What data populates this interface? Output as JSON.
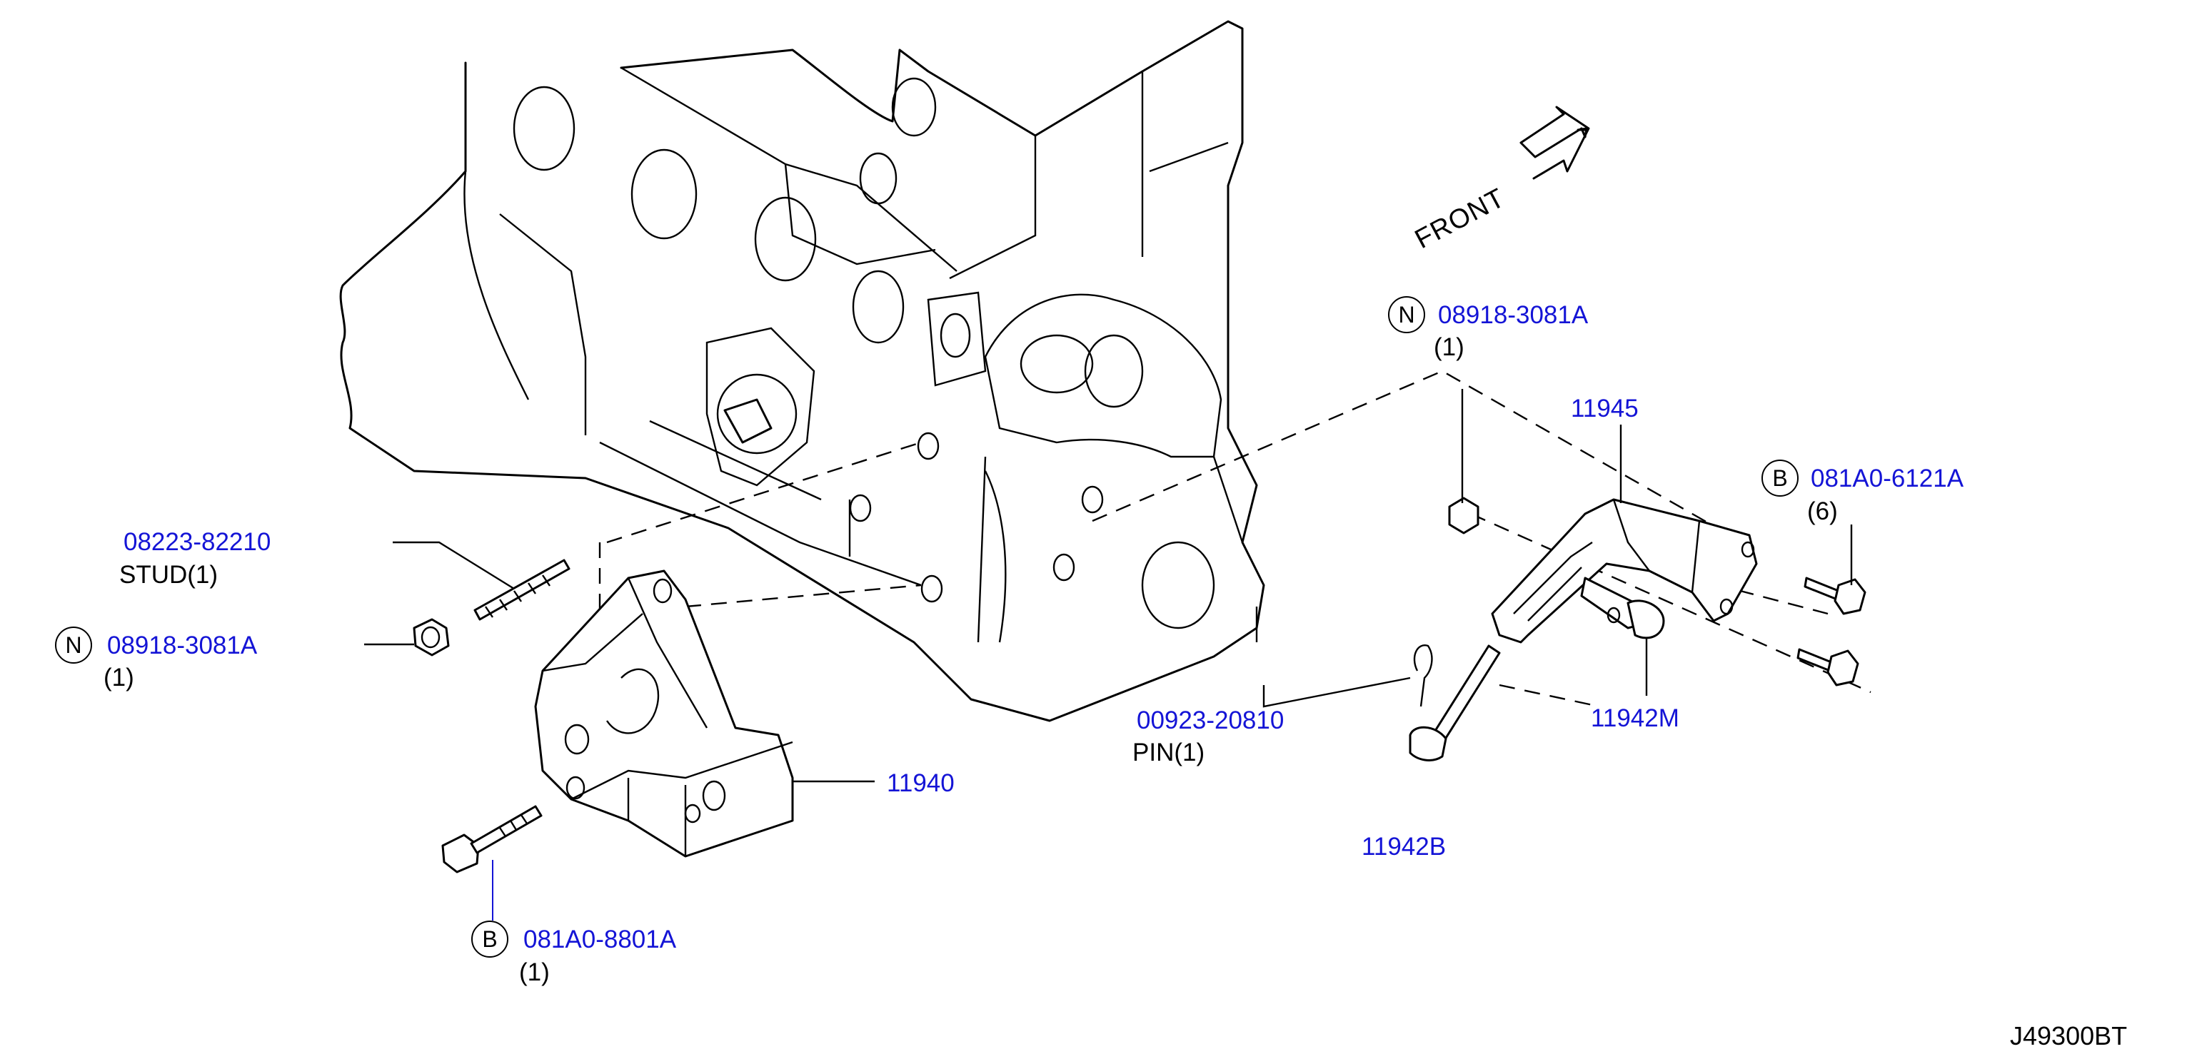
{
  "labels": {
    "stud_pn": "08223-82210",
    "stud_qty": "STUD(1)",
    "nut_left_pn": "08918-3081A",
    "nut_left_qty": "(1)",
    "bracket_left_pn": "11940",
    "bolt_bottom_pn": "081A0-8801A",
    "bolt_bottom_qty": "(1)",
    "pin_pn": "00923-20810",
    "pin_qty": "PIN(1)",
    "bolt_long_pn": "11942B",
    "nut_right_pn": "08918-3081A",
    "nut_right_qty": "(1)",
    "bracket_right_pn": "11945",
    "bolt_right_pn": "081A0-6121A",
    "bolt_right_qty": "(6)",
    "spacer_pn": "11942M",
    "front": "FRONT",
    "diagram_ref": "J49300BT"
  },
  "markers": {
    "n": "N",
    "b": "B"
  },
  "colors": {
    "part_number": "#1414d6",
    "text": "#000000",
    "line": "#000000"
  }
}
